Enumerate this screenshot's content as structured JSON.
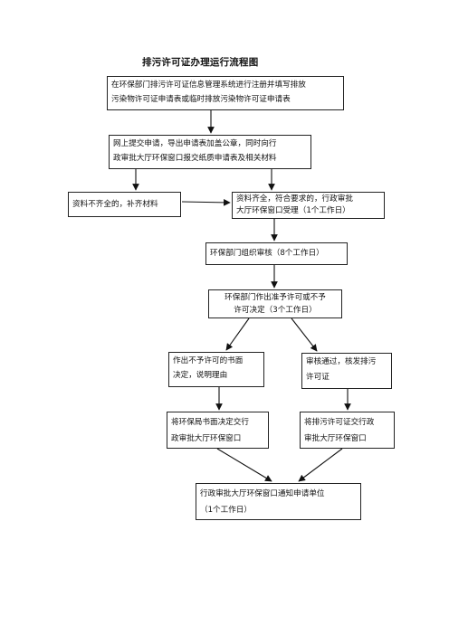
{
  "title": "排污许可证办理运行流程图",
  "steps": {
    "register": {
      "line1": "在环保部门排污许可证信息管理系统进行注册并填写排放",
      "line2": "污染物许可证申请表或临时排放污染物许可证申请表"
    },
    "submit": {
      "line1": "网上提交申请，导出申请表加盖公章，同时向行",
      "line2": "政审批大厅环保窗口报交纸质申请表及相关材料"
    },
    "incomplete": {
      "line1": "资料不齐全的，补齐材料"
    },
    "accept": {
      "line1": "资料齐全，符合要求的，行政审批",
      "line2": "大厅环保窗口受理（1个工作日）"
    },
    "review": {
      "line1": "环保部门组织审核（8个工作日）"
    },
    "decide": {
      "line1": "环保部门作出准予许可或不予",
      "line2": "许可决定（3个工作日）"
    },
    "deny": {
      "line1": "作出不予许可的书面",
      "line2": "决定，说明理由"
    },
    "approve": {
      "line1": "审核通过，核发排污",
      "line2": "许可证"
    },
    "deny_transfer": {
      "line1": "将环保局书面决定交行",
      "line2": "政审批大厅环保窗口"
    },
    "approve_transfer": {
      "line1": "将排污许可证交行政",
      "line2": "审批大厅环保窗口"
    },
    "notify": {
      "line1": "行政审批大厅环保窗口通知申请单位",
      "line2": "（1个工作日）"
    }
  }
}
